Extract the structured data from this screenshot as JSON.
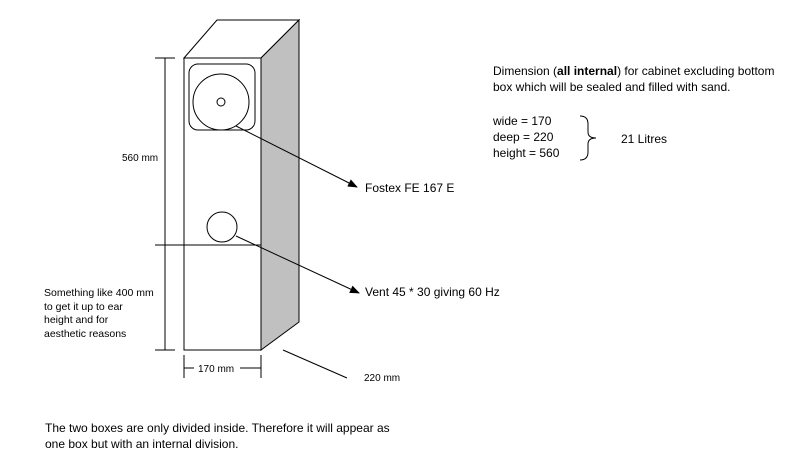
{
  "labels": {
    "height_upper": "560 mm",
    "width_bottom": "170 mm",
    "depth_bottom": "220 mm",
    "driver": "Fostex FE 167 E",
    "vent": "Vent 45 * 30 giving 60 Hz",
    "lower_note_lines": [
      "Something like 400 mm",
      "to get it up to ear",
      "height and for",
      "aesthetic reasons"
    ]
  },
  "dimension_note": {
    "prefix": "Dimension (",
    "bold": "all internal",
    "suffix": ") for cabinet excluding bottom",
    "line2": "box which will be sealed and filled with sand."
  },
  "dims_list": [
    "wide = 170",
    "deep = 220",
    "height = 560"
  ],
  "volume": "21 Litres",
  "footer": {
    "line1": "The two boxes are only divided inside.  Therefore it will appear as",
    "line2": "one box but with an internal division."
  }
}
